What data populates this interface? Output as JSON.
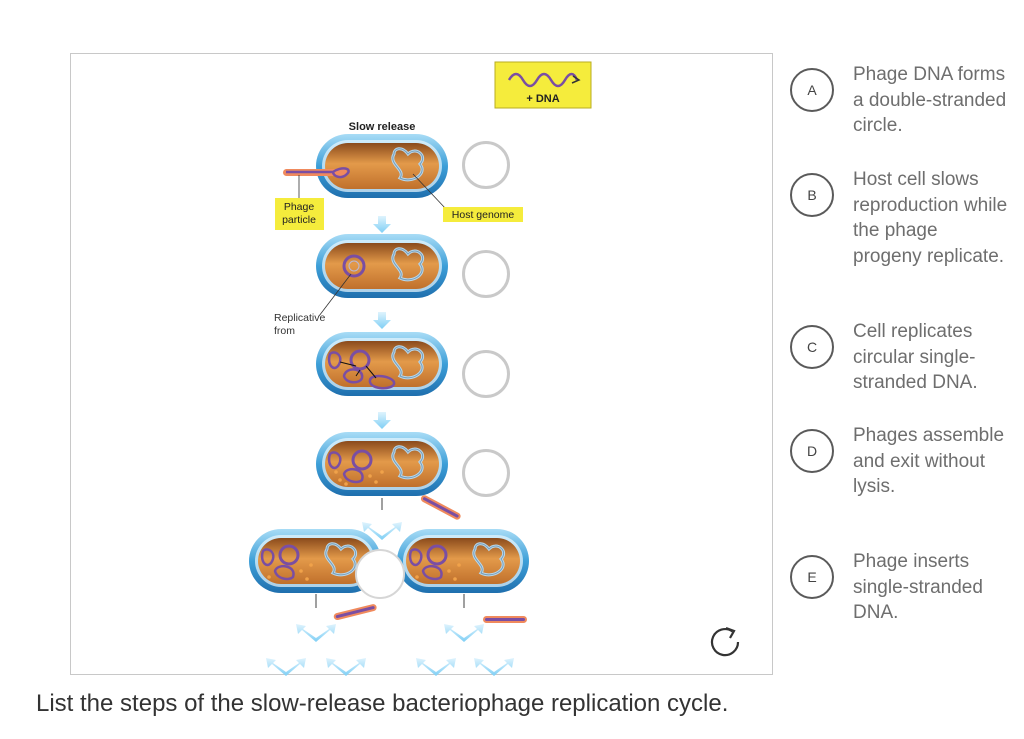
{
  "figure": {
    "dna_tag": "+ DNA",
    "title": "Slow release",
    "label_phage_particle_1": "Phage",
    "label_phage_particle_2": "particle",
    "label_host_genome": "Host genome",
    "label_replicative_1": "Replicative",
    "label_replicative_2": "from"
  },
  "options": [
    {
      "letter": "A",
      "text": "Phage DNA forms a double-stranded circle."
    },
    {
      "letter": "B",
      "text": "Host cell slows reproduction while the phage progeny replicate."
    },
    {
      "letter": "C",
      "text": "Cell replicates circular single-stranded DNA."
    },
    {
      "letter": "D",
      "text": "Phages assemble and exit without lysis."
    },
    {
      "letter": "E",
      "text": "Phage inserts single-stranded DNA."
    }
  ],
  "question": "List the steps of the slow-release bacteriophage replication cycle.",
  "icons": {
    "reset": "reset-icon"
  },
  "colors": {
    "tag_yellow": "#f5ec3c",
    "membrane_blue": "#3d9fd8",
    "cytoplasm_orange": "#d9883a",
    "phage_purple": "#7a4ea3"
  }
}
